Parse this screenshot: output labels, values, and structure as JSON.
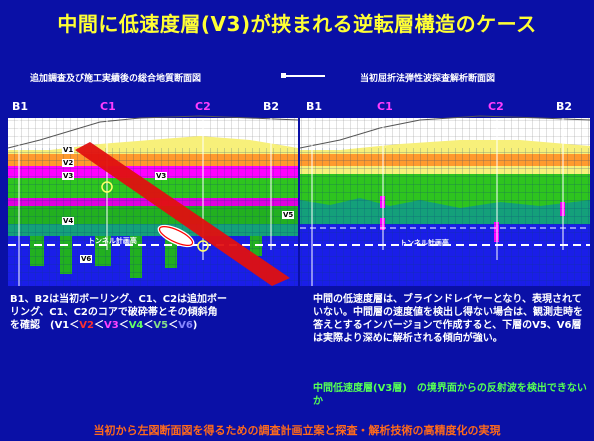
{
  "title": "中間に低速度層(V3)が挟まれる逆転層構造のケース",
  "left_panel": {
    "caption": "追加調査及び施工実績後の総合地質断面図",
    "borehole_labels": [
      "B1",
      "C1",
      "C2",
      "B2"
    ],
    "layer_labels": [
      "V1",
      "V2",
      "V3",
      "V3",
      "V4",
      "V5",
      "V6"
    ],
    "tunnel_label": "トンネル計画高"
  },
  "right_panel": {
    "caption": "当初屈折法弾性波探査解析断面図",
    "borehole_labels": [
      "B1",
      "C1",
      "C2",
      "B2"
    ],
    "tunnel_label": "トンネル計画高"
  },
  "left_note": {
    "line1": "B1、B2は当初ボーリング、C1、C2は追加ボー",
    "line2": "リング、C1、C2のコアで破砕帯とその傾斜角",
    "line3_prefix": "を確認　(V1",
    "sep": "＜",
    "v2": "V2",
    "v3": "V3",
    "v4": "V4",
    "v5": "V5",
    "v6": "V6",
    "close": ")"
  },
  "right_note": {
    "text": "中間の低速度層は、ブラインドレイヤーとなり、表現されていない。中間層の速度値を検出し得ない場合は、観測走時を答えとするインバージョンで作成すると、下層のV5、V6層は実際より深めに解析される傾向が強い。",
    "green_text": "中間低速度層(V3層)　の境界面からの反射波を検出できないか"
  },
  "footer": "当初から左図断面図を得るための調査計画立案と探査・解析技術の高精度化の実現",
  "colors": {
    "background": "#0a10a6",
    "title": "#ffff33",
    "footer": "#ff6a1a",
    "magenta": "#ff00ff",
    "green": "#2ec41f",
    "orange": "#ff9a2e",
    "yellow": "#f7f07a",
    "red_fault": "#e01010"
  }
}
